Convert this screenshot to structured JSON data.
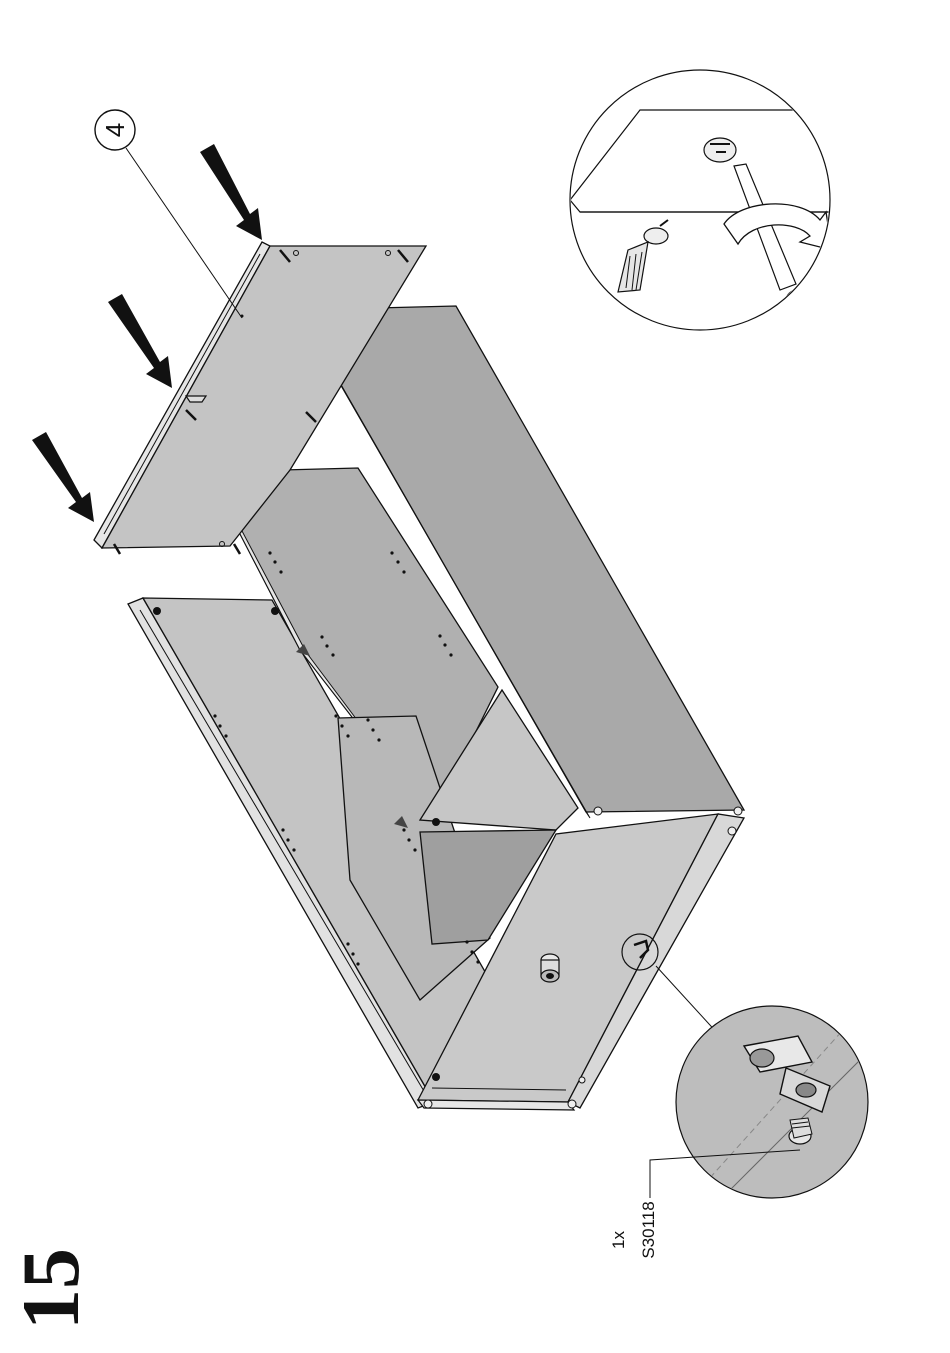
{
  "step": {
    "number": "15"
  },
  "callout": {
    "panel_ref": "4"
  },
  "hardware": {
    "quantity": "1x",
    "part_code": "S30118"
  },
  "colors": {
    "panel_light": "#c8c8c8",
    "panel_mid": "#b4b4b4",
    "panel_dark": "#a8a8a8",
    "edge": "#e6e6e6",
    "line": "#111111",
    "arrow": "#111111",
    "detail_bg": "#bdbdbd"
  },
  "icons": [
    "push-arrow-icon",
    "screwdriver-icon",
    "rotation-arrow-icon",
    "cam-lock-icon",
    "screw-icon",
    "dowel-icon"
  ]
}
